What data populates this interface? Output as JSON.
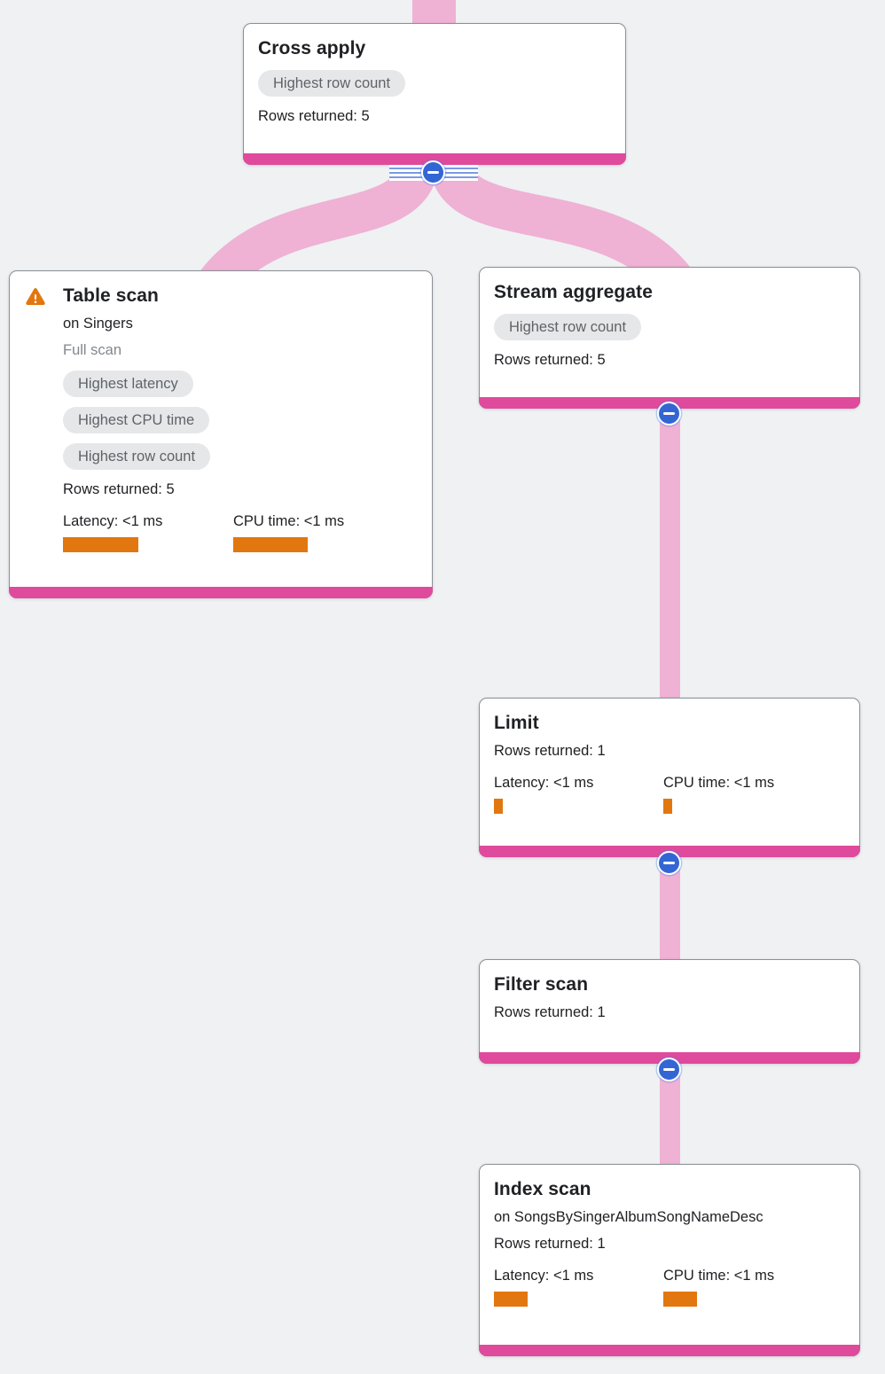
{
  "colors": {
    "canvas_bg": "#eff1f3",
    "node_accent_pink": "#df4a9c",
    "edge_pink": "#efb1d4",
    "collapse_blue": "#3366d4",
    "metric_orange": "#e2770f",
    "badge_bg": "#e6e7e9",
    "badge_text": "#5f6368"
  },
  "nodes": [
    {
      "title": "Cross apply",
      "badges": [
        "Highest row count"
      ],
      "rows": "Rows returned: 5"
    },
    {
      "title": "Table scan",
      "subtitle": "on Singers",
      "note": "Full scan",
      "badges": [
        "Highest latency",
        "Highest CPU time",
        "Highest row count"
      ],
      "rows": "Rows returned: 5",
      "latency": "Latency: <1 ms",
      "cpu": "CPU time: <1 ms"
    },
    {
      "title": "Stream aggregate",
      "badges": [
        "Highest row count"
      ],
      "rows": "Rows returned: 5"
    },
    {
      "title": "Limit",
      "rows": "Rows returned: 1",
      "latency": "Latency: <1 ms",
      "cpu": "CPU time: <1 ms"
    },
    {
      "title": "Filter scan",
      "rows": "Rows returned: 1"
    },
    {
      "title": "Index scan",
      "subtitle": "on SongsBySingerAlbumSongNameDesc",
      "rows": "Rows returned: 1",
      "latency": "Latency: <1 ms",
      "cpu": "CPU time: <1 ms"
    }
  ]
}
